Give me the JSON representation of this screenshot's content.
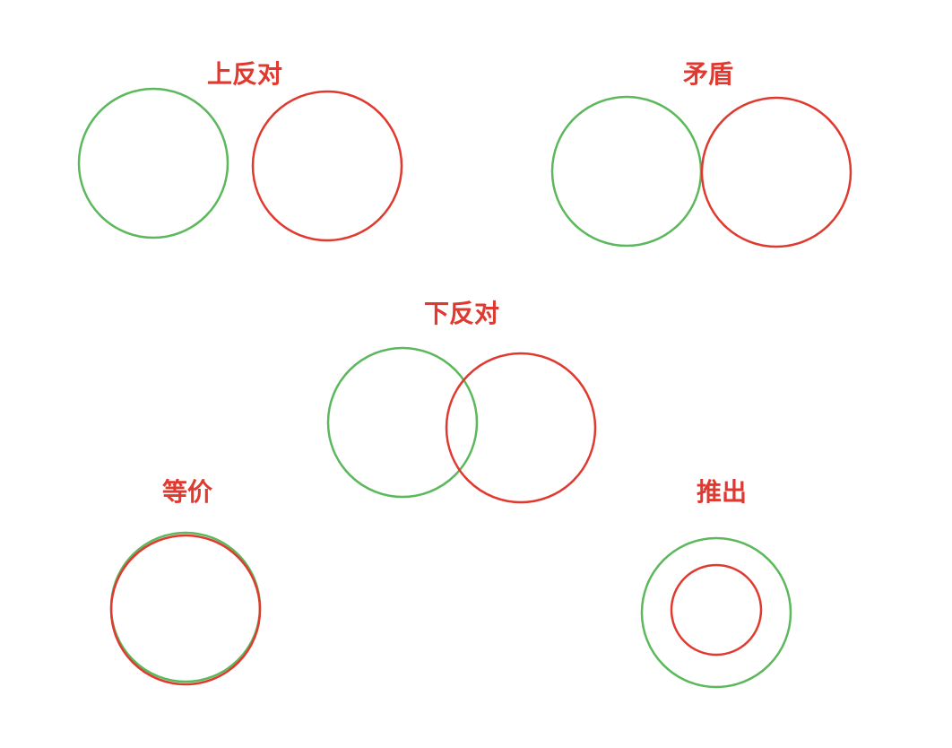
{
  "colors": {
    "green": "#5cb85c",
    "red": "#e0392f",
    "label": "#e0392f"
  },
  "diagrams": {
    "contrary": {
      "label": "上反对"
    },
    "contradiction": {
      "label": "矛盾"
    },
    "subcontrary": {
      "label": "下反对"
    },
    "equivalence": {
      "label": "等价"
    },
    "implication": {
      "label": "推出"
    }
  }
}
